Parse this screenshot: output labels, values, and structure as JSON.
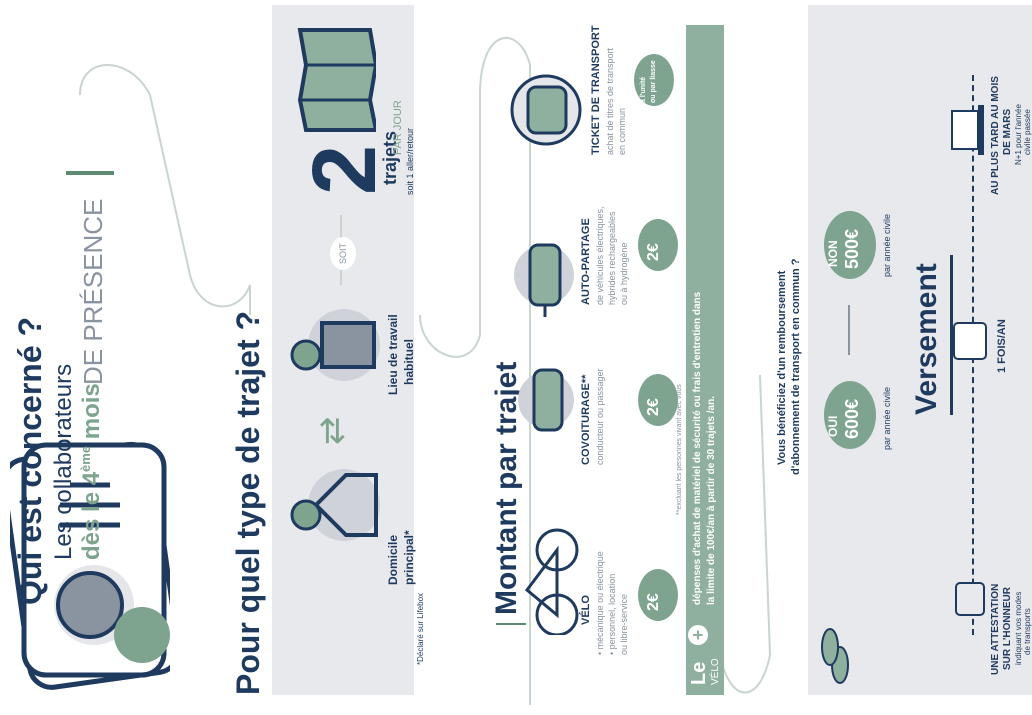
{
  "colors": {
    "navy": "#1f3a5f",
    "sage": "#7ea38f",
    "panel": "#e8e9ec",
    "band": "#8fb09f"
  },
  "arrow": "➘",
  "section1": {
    "title": "Qui est concerné ?",
    "line1": "Les collaborateurs",
    "line2_prefix": "dès le 4",
    "line2_sup": "ème",
    "line2_suffix": " mois",
    "line3": "DE PRÉSENCE"
  },
  "section2": {
    "title": "Pour quel type de trajet ?",
    "home_label_1": "Domicile",
    "home_label_2": "principal*",
    "work_label_1": "Lieu de travail",
    "work_label_2": "habituel",
    "soit": "SOIT",
    "big_number": "2",
    "trajets": "trajets",
    "par_jour": "PAR JOUR",
    "aller_retour": "soit 1 aller/retour",
    "footnote": "*Déclaré sur Lifebox"
  },
  "section3": {
    "title": "Montant par trajet",
    "modes": [
      {
        "name": "VÉLO",
        "desc": [
          "• mécanique ou électrique",
          "• personnel, location",
          "  ou libre-service"
        ],
        "amount": "2€"
      },
      {
        "name": "COVOITURAGE**",
        "desc": [
          "conducteur ou passager"
        ],
        "amount": "2€"
      },
      {
        "name": "AUTO-PARTAGE",
        "desc": [
          "de véhicules électriques,",
          "hybrides rechargeables",
          "ou à hydrogène"
        ],
        "amount": "2€"
      },
      {
        "name": "TICKET DE TRANSPORT",
        "desc": [
          "achat de titres de transport",
          "en commun"
        ],
        "amount_line1": "à l'unité",
        "amount_line2": "ou par liasse"
      }
    ],
    "footnote": "**excluant les personnes vivant avec vous"
  },
  "le_plus": {
    "le": "Le",
    "plus": "+",
    "velo": "VÉLO",
    "line1": "dépenses d'achat de matériel de sécurité ou frais d'entretien dans",
    "line2": "la limite de 100€/an à partir de 30 trajets /an."
  },
  "section4": {
    "question_1": "Vous bénéficiez d'un remboursement",
    "question_2": "d'abonnement de transport en commun ?",
    "oui": "OUI",
    "oui_amount": "600€",
    "oui_sub": "par année civile",
    "non": "NON",
    "non_amount": "500€",
    "non_sub": "par année civile",
    "versement": "Versement",
    "step1_l1": "UNE ATTESTATION",
    "step1_l2": "SUR L'HONNEUR",
    "step1_l3": "indiquant vos modes",
    "step1_l4": "de transports",
    "step2": "1 FOIS/AN",
    "step3_l1": "AU PLUS TARD AU MOIS",
    "step3_l2": "DE MARS",
    "step3_l3": "N+1 pour l'année",
    "step3_l4": "civile passée"
  }
}
